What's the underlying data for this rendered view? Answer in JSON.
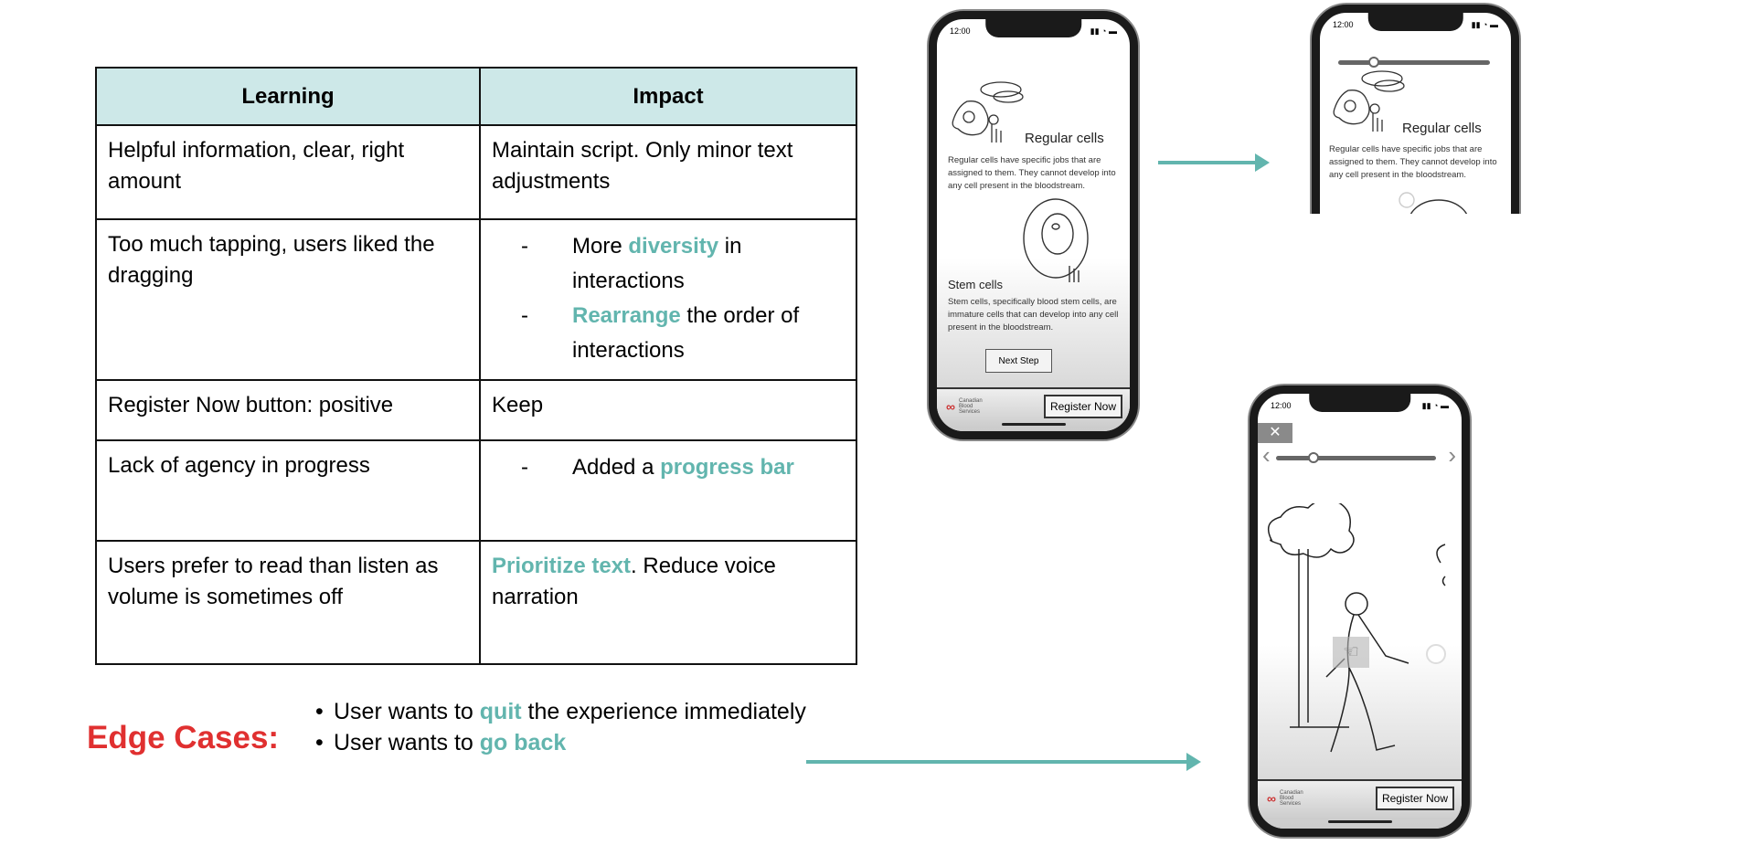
{
  "table": {
    "headers": [
      "Learning",
      "Impact"
    ],
    "rows": [
      {
        "learning": "Helpful information, clear, right amount",
        "impact": "Maintain script. Only minor text adjustments"
      },
      {
        "learning": "Too much tapping, users liked the dragging",
        "impact_items": [
          {
            "pre": "More ",
            "hl": "diversity",
            "post": " in interactions"
          },
          {
            "pre": "",
            "hl": "Rearrange",
            "post": " the order of interactions"
          }
        ]
      },
      {
        "learning": "Register Now button: positive",
        "impact": "Keep"
      },
      {
        "learning": "Lack of agency in progress",
        "impact_items": [
          {
            "pre": "Added a ",
            "hl": "progress bar",
            "post": ""
          }
        ]
      },
      {
        "learning": "Users prefer to read than listen as volume is sometimes off",
        "impact_hl": "Prioritize text",
        "impact_post": ". Reduce voice narration"
      }
    ]
  },
  "edge_cases": {
    "title": "Edge Cases:",
    "items": [
      {
        "pre": "User wants to ",
        "hl": "quit",
        "post": " the experience immediately"
      },
      {
        "pre": "User wants to ",
        "hl": "go back",
        "post": ""
      }
    ]
  },
  "phones": {
    "time": "12:00",
    "regular_title": "Regular cells",
    "regular_text": "Regular cells have specific jobs that are assigned to them. They cannot develop into any cell present in the bloodstream.",
    "stem_title": "Stem cells",
    "stem_text": "Stem cells, specifically blood stem cells, are immature cells that can develop into any cell present in the bloodstream.",
    "next_step": "Next Step",
    "register": "Register Now",
    "logo_text": "Canadian Blood Services",
    "close": "✕",
    "prev": "‹",
    "next": "›",
    "progress_phone2": 0.2,
    "progress_phone3": 0.2
  },
  "colors": {
    "accent": "#62b5ae",
    "edge": "#e03030",
    "header_bg": "#cde8e8"
  }
}
